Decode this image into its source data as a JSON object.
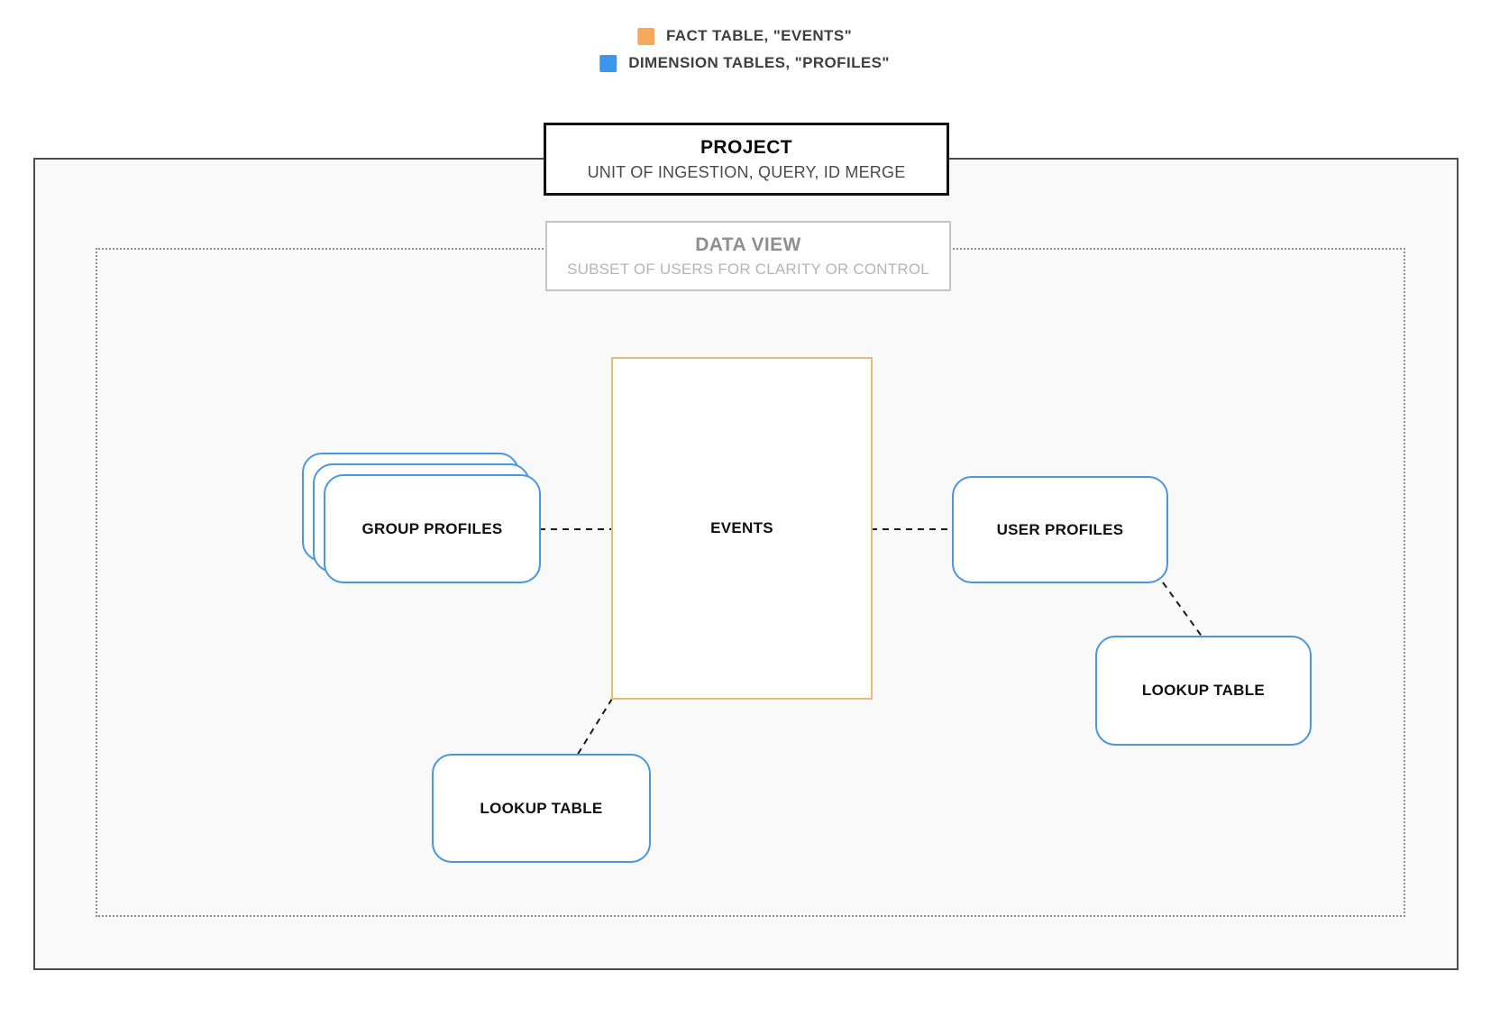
{
  "legend": {
    "items": [
      {
        "id": "fact",
        "label": "FACT TABLE, \"EVENTS\"",
        "color": "#F6A95E"
      },
      {
        "id": "dimension",
        "label": "DIMENSION TABLES, \"PROFILES\"",
        "color": "#3B97EE"
      }
    ]
  },
  "project": {
    "title": "PROJECT",
    "subtitle": "UNIT OF INGESTION, QUERY, ID MERGE"
  },
  "data_view": {
    "title": "DATA VIEW",
    "subtitle": "SUBSET OF USERS FOR CLARITY OR CONTROL"
  },
  "nodes": {
    "events": {
      "label": "EVENTS",
      "type": "fact"
    },
    "group_profiles": {
      "label": "GROUP PROFILES",
      "type": "dimension",
      "stacked": true
    },
    "user_profiles": {
      "label": "USER PROFILES",
      "type": "dimension"
    },
    "lookup_left": {
      "label": "LOOKUP TABLE",
      "type": "dimension"
    },
    "lookup_right": {
      "label": "LOOKUP TABLE",
      "type": "dimension"
    }
  },
  "edges": [
    {
      "from": "group_profiles",
      "to": "events",
      "style": "dashed"
    },
    {
      "from": "events",
      "to": "user_profiles",
      "style": "dashed"
    },
    {
      "from": "events",
      "to": "lookup_left",
      "style": "dashed"
    },
    {
      "from": "user_profiles",
      "to": "lookup_right",
      "style": "dashed"
    }
  ],
  "colors": {
    "fact_swatch": "#F6A95E",
    "fact_border": "#E9BA7C",
    "dimension_swatch": "#3B97EE",
    "dimension_border": "#4D96D9",
    "project_border": "#111111",
    "project_frame_border": "#4E4E4E",
    "dataview_border": "#C5C5C5",
    "dataview_frame_border": "#8D8D8D",
    "connector": "#1B1B1B",
    "frame_fill": "#F9F9F9"
  }
}
